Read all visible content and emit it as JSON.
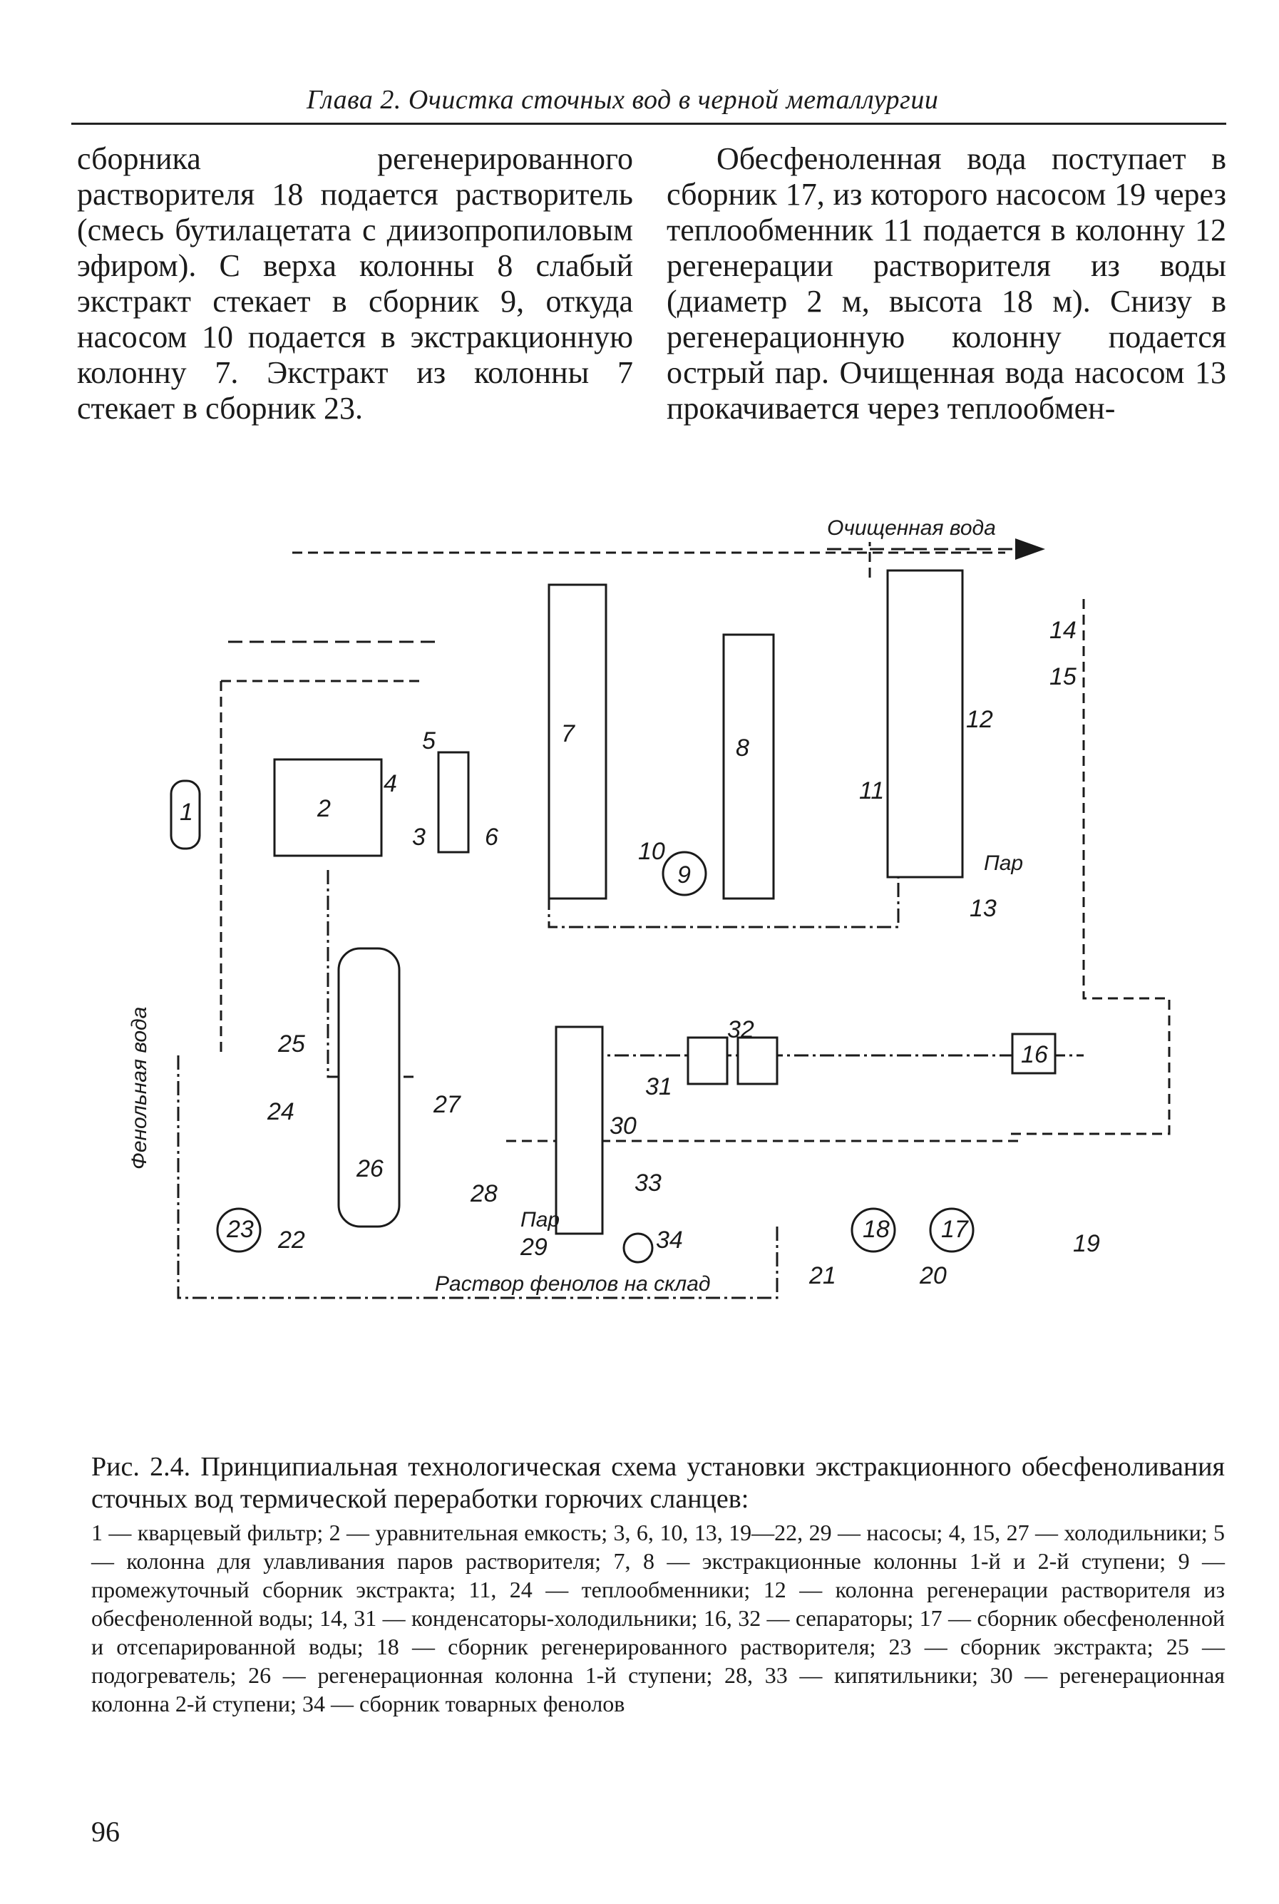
{
  "running_head": "Глава 2. Очистка сточных вод в черной металлургии",
  "left_column": "сборника регенерированного растворителя 18 подается растворитель (смесь бутилацетата с диизопропиловым эфиром). С верха колонны 8 слабый экстракт стекает в сборник 9, откуда насосом 10 подается в экстракционную колонну 7. Экстракт из колонны 7 стекает в сборник 23.",
  "right_column": "Обесфеноленная вода поступает в сборник 17, из которого насосом 19 через теплообменник 11 подается в колонну 12 регенерации растворителя из воды (диаметр 2 м, высота 18 м). Снизу в регенерационную колонну подается острый пар. Очищенная вода насосом 13 прокачивается через теплообмен-",
  "figure": {
    "labels": {
      "purified_water": "Очищенная вода",
      "phenol_water": "Фенольная вода",
      "steam_12": "Пар",
      "steam_30": "Пар",
      "phenol_solution": "Раствор фенолов на склад"
    },
    "numbers": [
      "1",
      "2",
      "3",
      "4",
      "5",
      "6",
      "7",
      "8",
      "9",
      "10",
      "11",
      "12",
      "13",
      "14",
      "15",
      "16",
      "17",
      "18",
      "19",
      "20",
      "21",
      "22",
      "23",
      "24",
      "25",
      "26",
      "27",
      "28",
      "29",
      "30",
      "31",
      "32",
      "33",
      "34"
    ]
  },
  "caption": {
    "title": "Рис. 2.4. Принципиальная технологическая схема установки экстракционного обесфеноливания сточных вод термической переработки горючих сланцев:",
    "legend": "1 — кварцевый фильтр; 2 — уравнительная емкость; 3, 6, 10, 13, 19—22, 29 — насосы; 4, 15, 27 — холодильники; 5 — колонна для улавливания паров растворителя; 7, 8 — экстракционные колонны 1-й и 2-й ступени; 9 — промежуточный сборник экстракта; 11, 24 — теплообменники; 12 — колонна регенерации растворителя из обесфеноленной воды; 14, 31 — конденсаторы-холодильники; 16, 32 — сепараторы; 17 — сборник обесфеноленной и отсепарированной воды; 18 — сборник регенерированного растворителя; 23 — сборник экстракта; 25 — подогреватель; 26 — регенерационная колонна 1-й ступени; 28, 33 — кипятильники; 30 — регенерационная колонна 2-й ступени; 34 — сборник товарных фенолов"
  },
  "page_number": "96"
}
